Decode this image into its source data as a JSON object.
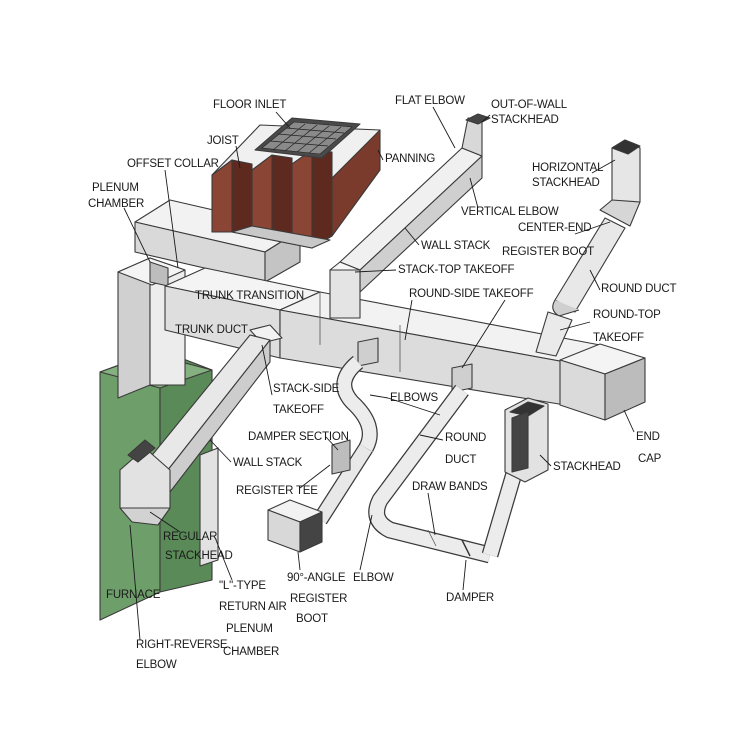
{
  "labels": {
    "floor_inlet": "FLOOR INLET",
    "joist": "JOIST",
    "offset_collar": "OFFSET COLLAR",
    "plenum_chamber": [
      "PLENUM",
      "CHAMBER"
    ],
    "flat_elbow": "FLAT ELBOW",
    "out_of_wall_stackhead": [
      "OUT-OF-WALL",
      "STACKHEAD"
    ],
    "panning": "PANNING",
    "horizontal_stackhead": [
      "HORIZONTAL",
      "STACKHEAD"
    ],
    "vertical_elbow": "VERTICAL ELBOW",
    "center_end_register_boot": [
      "CENTER-END",
      "REGISTER BOOT"
    ],
    "wall_stack_top": "WALL STACK",
    "stack_top_takeoff": "STACK-TOP TAKEOFF",
    "round_side_takeoff": "ROUND-SIDE TAKEOFF",
    "trunk_transition": "TRUNK TRANSITION",
    "round_duct_top": "ROUND DUCT",
    "round_top_takeoff": [
      "ROUND-TOP",
      "TAKEOFF"
    ],
    "trunk_duct": "TRUNK DUCT",
    "stack_side_takeoff": [
      "STACK-SIDE",
      "TAKEOFF"
    ],
    "elbows": "ELBOWS",
    "damper_section": "DAMPER SECTION",
    "round_duct_mid": [
      "ROUND",
      "DUCT"
    ],
    "end_cap": [
      "END",
      "CAP"
    ],
    "wall_stack_left": "WALL STACK",
    "stackhead": "STACKHEAD",
    "register_tee": "REGISTER TEE",
    "draw_bands": "DRAW BANDS",
    "regular_stackhead": [
      "REGULAR",
      "STACKHEAD"
    ],
    "angle_register_boot": [
      "90°-ANGLE",
      "REGISTER",
      "BOOT"
    ],
    "elbow": "ELBOW",
    "damper": "DAMPER",
    "furnace": "FURNACE",
    "l_type_return": [
      "\"L\"-TYPE",
      "RETURN AIR",
      "PLENUM",
      "CHAMBER"
    ],
    "right_reverse_elbow": [
      "RIGHT-REVERSE",
      "ELBOW"
    ]
  },
  "colors": {
    "duct_light": "#eeeeee",
    "duct_mid": "#d6d6d6",
    "duct_dark": "#b4b4b4",
    "furnace_green": "#6e9e6a",
    "furnace_dark": "#5a8a57",
    "joist_brown": "#8a4535",
    "joist_dark": "#5e2a20",
    "outline": "#3a3a3a"
  }
}
